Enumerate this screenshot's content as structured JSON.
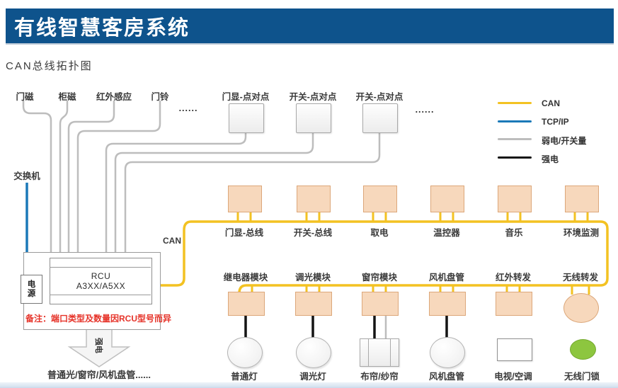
{
  "colors": {
    "banner": "#0e538c",
    "can": "#f3c222",
    "tcpip": "#1b79b8",
    "weak": "#bdbdbd",
    "strong": "#141414",
    "orange_fill": "#f7d8bc",
    "orange_border": "#dca77a",
    "green": "#8dc63f",
    "note_red": "#e63329"
  },
  "header": {
    "title": "有线智慧客房系统"
  },
  "subtitle": "CAN总线拓扑图",
  "legend": {
    "items": [
      {
        "label": "CAN",
        "color": "#f3c222"
      },
      {
        "label": "TCP/IP",
        "color": "#1b79b8"
      },
      {
        "label": "弱电/开关量",
        "color": "#bdbdbd"
      },
      {
        "label": "强电",
        "color": "#141414"
      }
    ]
  },
  "top_inputs": {
    "labels": [
      "门磁",
      "柜磁",
      "红外感应",
      "门铃"
    ],
    "ellipsis": "......"
  },
  "p2p": {
    "boxes": [
      "门显-点对点",
      "开关-点对点",
      "开关-点对点"
    ],
    "ellipsis": "......"
  },
  "network": {
    "switch_label": "交换机"
  },
  "rcu": {
    "line1": "RCU",
    "line2": "A3XX/A5XX",
    "power": "电源",
    "note": "备注：端口类型及数量因RCU型号而异"
  },
  "can_tag": "CAN",
  "strong_power": {
    "arrow_label": "强电",
    "devices": "普通光/窗帘/风机盘管......"
  },
  "bus_devices": [
    "门显-总线",
    "开关-总线",
    "取电",
    "温控器",
    "音乐",
    "环境监测"
  ],
  "modules": [
    "继电器模块",
    "调光模块",
    "窗帘模块",
    "风机盘管",
    "红外转发",
    "无线转发"
  ],
  "end_devices": [
    "普通灯",
    "调光灯",
    "布帘/纱帘",
    "风机盘管",
    "电视/空调",
    "无线门锁"
  ]
}
